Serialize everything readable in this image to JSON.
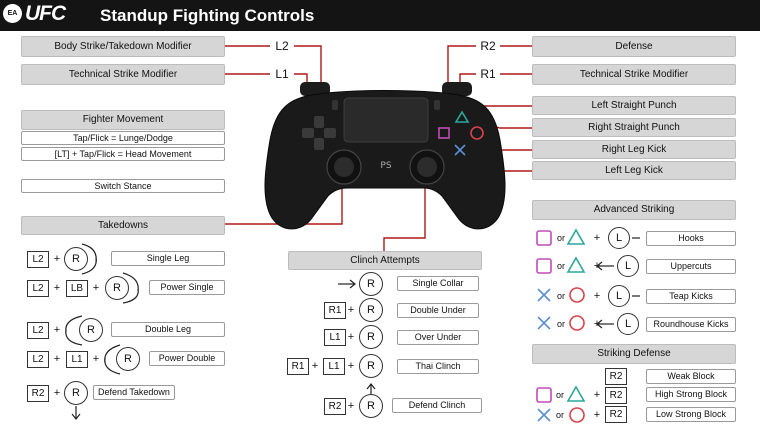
{
  "header": {
    "ea_logo": "EA",
    "ufc_logo": "UFC",
    "title": "Standup Fighting Controls"
  },
  "triggers": {
    "l2": {
      "label": "Body Strike/Takedown Modifier",
      "button": "L2"
    },
    "l1": {
      "label": "Technical Strike Modifier",
      "button": "L1"
    },
    "r2": {
      "label": "Defense",
      "button": "R2"
    },
    "r1": {
      "label": "Technical Strike Modifier",
      "button": "R1"
    }
  },
  "face_buttons": {
    "square": "Left Straight Punch",
    "triangle": "Right Straight Punch",
    "circle": "Right Leg Kick",
    "cross": "Left Leg Kick"
  },
  "fighter_movement": {
    "title": "Fighter Movement",
    "lines": [
      "Tap/Flick = Lunge/Dodge",
      "[LT] + Tap/Flick = Head Movement"
    ]
  },
  "switch_stance": "Switch Stance",
  "takedowns": {
    "title": "Takedowns",
    "rows": [
      {
        "keys": [
          "L2"
        ],
        "stick": "R",
        "label": "Single Leg"
      },
      {
        "keys": [
          "L2",
          "LB"
        ],
        "stick": "R",
        "label": "Power Single"
      },
      {
        "keys": [
          "L2"
        ],
        "stick": "R",
        "label": "Double Leg"
      },
      {
        "keys": [
          "L2",
          "L1"
        ],
        "stick": "R",
        "label": "Power Double"
      },
      {
        "keys": [
          "R2"
        ],
        "stick": "R",
        "label": "Defend Takedown"
      }
    ]
  },
  "clinch": {
    "title": "Clinch Attempts",
    "rows": [
      {
        "keys": [],
        "stick": "R",
        "label": "Single Collar"
      },
      {
        "keys": [
          "R1"
        ],
        "stick": "R",
        "label": "Double Under"
      },
      {
        "keys": [
          "L1"
        ],
        "stick": "R",
        "label": "Over Under"
      },
      {
        "keys": [
          "R1",
          "L1"
        ],
        "stick": "R",
        "label": "Thai Clinch"
      },
      {
        "keys": [
          "R2"
        ],
        "stick": "R",
        "label": "Defend Clinch"
      }
    ]
  },
  "advanced": {
    "title": "Advanced Striking",
    "or_text": "or",
    "stick": "L",
    "rows": [
      {
        "label": "Hooks"
      },
      {
        "label": "Uppercuts"
      },
      {
        "label": "Teap Kicks"
      },
      {
        "label": "Roundhouse Kicks"
      }
    ]
  },
  "defense": {
    "title": "Striking Defense",
    "or_text": "or",
    "rows": [
      {
        "key": "R2",
        "label": "Weak Block"
      },
      {
        "key": "R2",
        "label": "High Strong Block"
      },
      {
        "key": "R2",
        "label": "Low Strong Block"
      }
    ]
  },
  "controller": {
    "logo": "PS"
  },
  "colors": {
    "header_bg": "#141414",
    "red_line": "#b01818",
    "square": "#c24bb8",
    "triangle": "#2aa89a",
    "circle": "#d8434b",
    "cross": "#5a8fd6",
    "bar_bg": "#d6d6d6"
  }
}
